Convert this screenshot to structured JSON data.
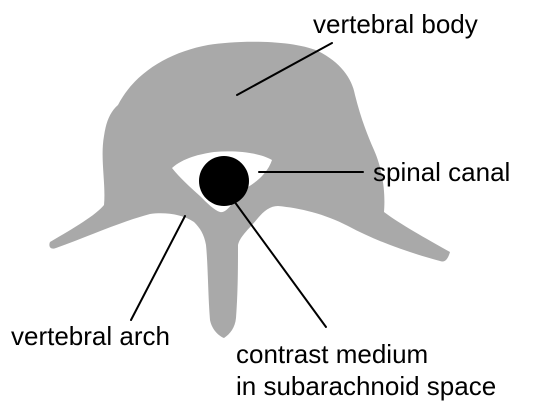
{
  "diagram": {
    "labels": {
      "vertebral_body": "vertebral body",
      "spinal_canal": "spinal canal",
      "vertebral_arch": "vertebral arch",
      "contrast_line1": "contrast medium",
      "contrast_line2": "in subarachnoid space"
    }
  },
  "colors": {
    "bone": "#a9a9a9",
    "canal": "#ffffff",
    "contrast": "#000000",
    "text": "#000000",
    "background": "#ffffff"
  }
}
